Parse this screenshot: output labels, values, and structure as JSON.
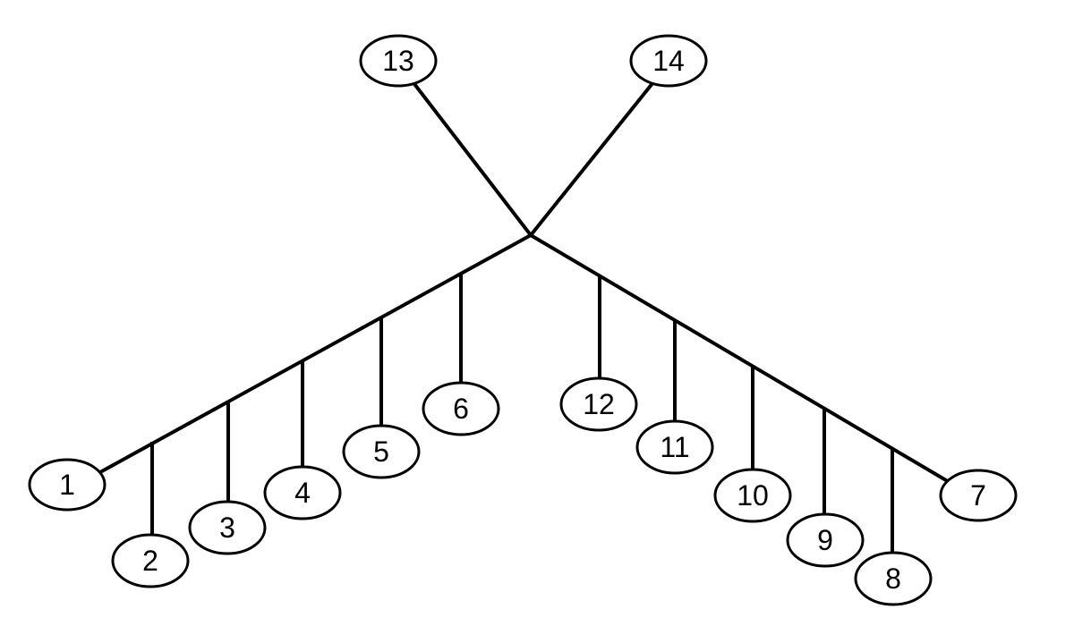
{
  "diagram": {
    "type": "tree",
    "nodes": [
      {
        "id": "n1",
        "label": "1"
      },
      {
        "id": "n2",
        "label": "2"
      },
      {
        "id": "n3",
        "label": "3"
      },
      {
        "id": "n4",
        "label": "4"
      },
      {
        "id": "n5",
        "label": "5"
      },
      {
        "id": "n6",
        "label": "6"
      },
      {
        "id": "n7",
        "label": "7"
      },
      {
        "id": "n8",
        "label": "8"
      },
      {
        "id": "n9",
        "label": "9"
      },
      {
        "id": "n10",
        "label": "10"
      },
      {
        "id": "n11",
        "label": "11"
      },
      {
        "id": "n12",
        "label": "12"
      },
      {
        "id": "n13",
        "label": "13"
      },
      {
        "id": "n14",
        "label": "14"
      }
    ],
    "edges": [
      [
        "center",
        "n13"
      ],
      [
        "center",
        "n14"
      ],
      [
        "center",
        "n1"
      ],
      [
        "center",
        "n7"
      ],
      [
        "left-branch",
        "n2"
      ],
      [
        "left-branch",
        "n3"
      ],
      [
        "left-branch",
        "n4"
      ],
      [
        "left-branch",
        "n5"
      ],
      [
        "left-branch",
        "n6"
      ],
      [
        "right-branch",
        "n8"
      ],
      [
        "right-branch",
        "n9"
      ],
      [
        "right-branch",
        "n10"
      ],
      [
        "right-branch",
        "n11"
      ],
      [
        "right-branch",
        "n12"
      ]
    ],
    "colors": {
      "stroke": "#000000",
      "background": "#ffffff"
    }
  }
}
